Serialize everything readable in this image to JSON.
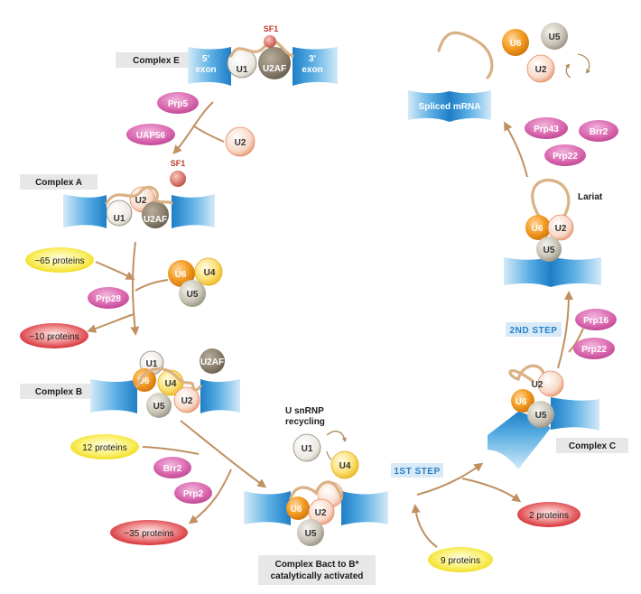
{
  "complexes": {
    "complex_e": "Complex E",
    "complex_a": "Complex A",
    "complex_b": "Complex B",
    "complex_bact_line1": "Complex Bact to B*",
    "complex_bact_line2": "catalytically activated",
    "complex_c": "Complex C"
  },
  "exons": {
    "five_prime_num": "5'",
    "five_prime": "exon",
    "three_prime_num": "3'",
    "three_prime": "exon"
  },
  "snrnps": {
    "u1": "U1",
    "u2": "U2",
    "u4": "U4",
    "u5": "U5",
    "u6": "U6",
    "u2af": "U2AF",
    "sf1": "SF1"
  },
  "factors": {
    "prp5": "Prp5",
    "uap56": "UAP56",
    "prp28": "Prp28",
    "brr2": "Brr2",
    "prp2": "Prp2",
    "prp16": "Prp16",
    "prp22": "Prp22",
    "prp43": "Prp43"
  },
  "protein_counts": {
    "join_a": "~65 proteins",
    "leave_b": "~10 proteins",
    "join_b": "12 proteins",
    "leave_bact": "~35 proteins",
    "join_c": "9 proteins",
    "leave_c": "2 proteins"
  },
  "steps": {
    "first": "1ST STEP",
    "second": "2ND STEP"
  },
  "recycling": {
    "line1": "U snRNP",
    "line2": "recycling"
  },
  "products": {
    "lariat": "Lariat",
    "spliced_mrna": "Spliced mRNA"
  },
  "colors": {
    "exon_blue": "#2f8fd0",
    "u6_orange": "#e8880f",
    "u4_yellow": "#f4c21f",
    "factor_pink": "#d45aa6",
    "add_yellow": "#f6e629",
    "remove_red": "#d8212b",
    "arrow_tan": "#c09060",
    "rna_tan": "#d9b184"
  }
}
